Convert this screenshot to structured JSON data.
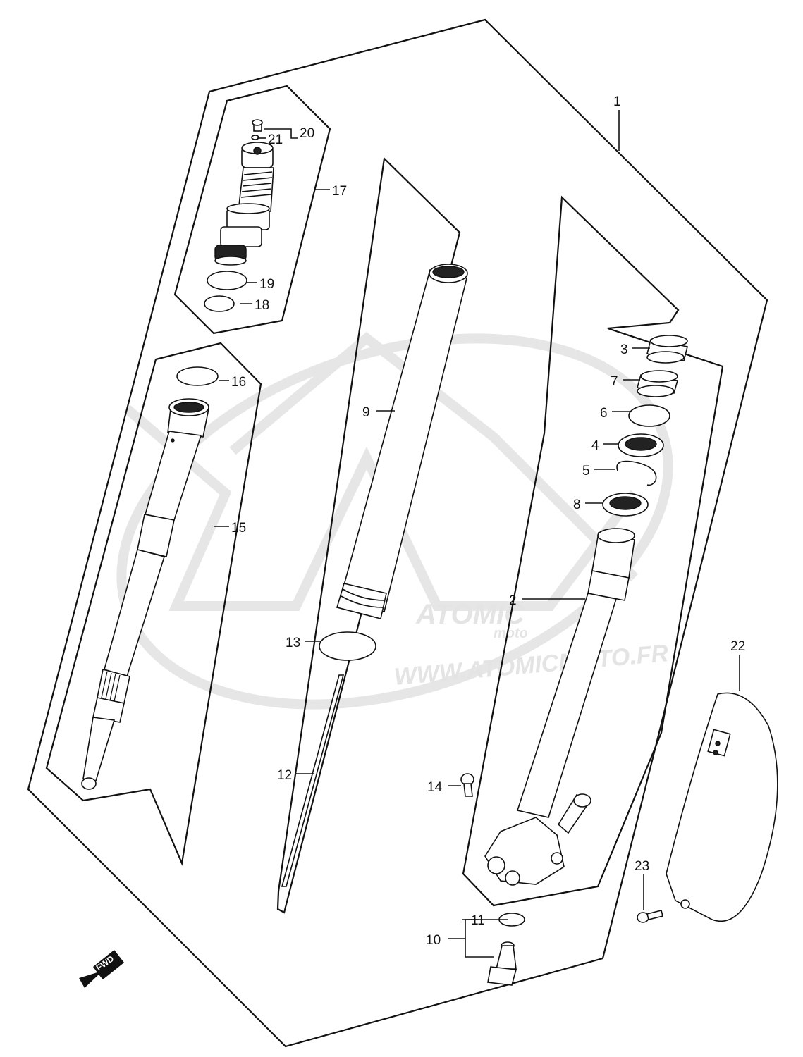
{
  "watermark": {
    "brand": "ATOMIC",
    "sub": "moto",
    "url": "WWW.ATOMICMOTO.FR"
  },
  "fwd_label": "FWD",
  "callouts": [
    {
      "id": "1",
      "label": "1"
    },
    {
      "id": "2",
      "label": "2"
    },
    {
      "id": "3",
      "label": "3"
    },
    {
      "id": "4",
      "label": "4"
    },
    {
      "id": "5",
      "label": "5"
    },
    {
      "id": "6",
      "label": "6"
    },
    {
      "id": "7",
      "label": "7"
    },
    {
      "id": "8",
      "label": "8"
    },
    {
      "id": "9",
      "label": "9"
    },
    {
      "id": "10",
      "label": "10"
    },
    {
      "id": "11",
      "label": "11"
    },
    {
      "id": "12",
      "label": "12"
    },
    {
      "id": "13",
      "label": "13"
    },
    {
      "id": "14",
      "label": "14"
    },
    {
      "id": "15",
      "label": "15"
    },
    {
      "id": "16",
      "label": "16"
    },
    {
      "id": "17",
      "label": "17"
    },
    {
      "id": "18",
      "label": "18"
    },
    {
      "id": "19",
      "label": "19"
    },
    {
      "id": "20",
      "label": "20"
    },
    {
      "id": "21",
      "label": "21"
    },
    {
      "id": "22",
      "label": "22"
    },
    {
      "id": "23",
      "label": "23"
    }
  ]
}
